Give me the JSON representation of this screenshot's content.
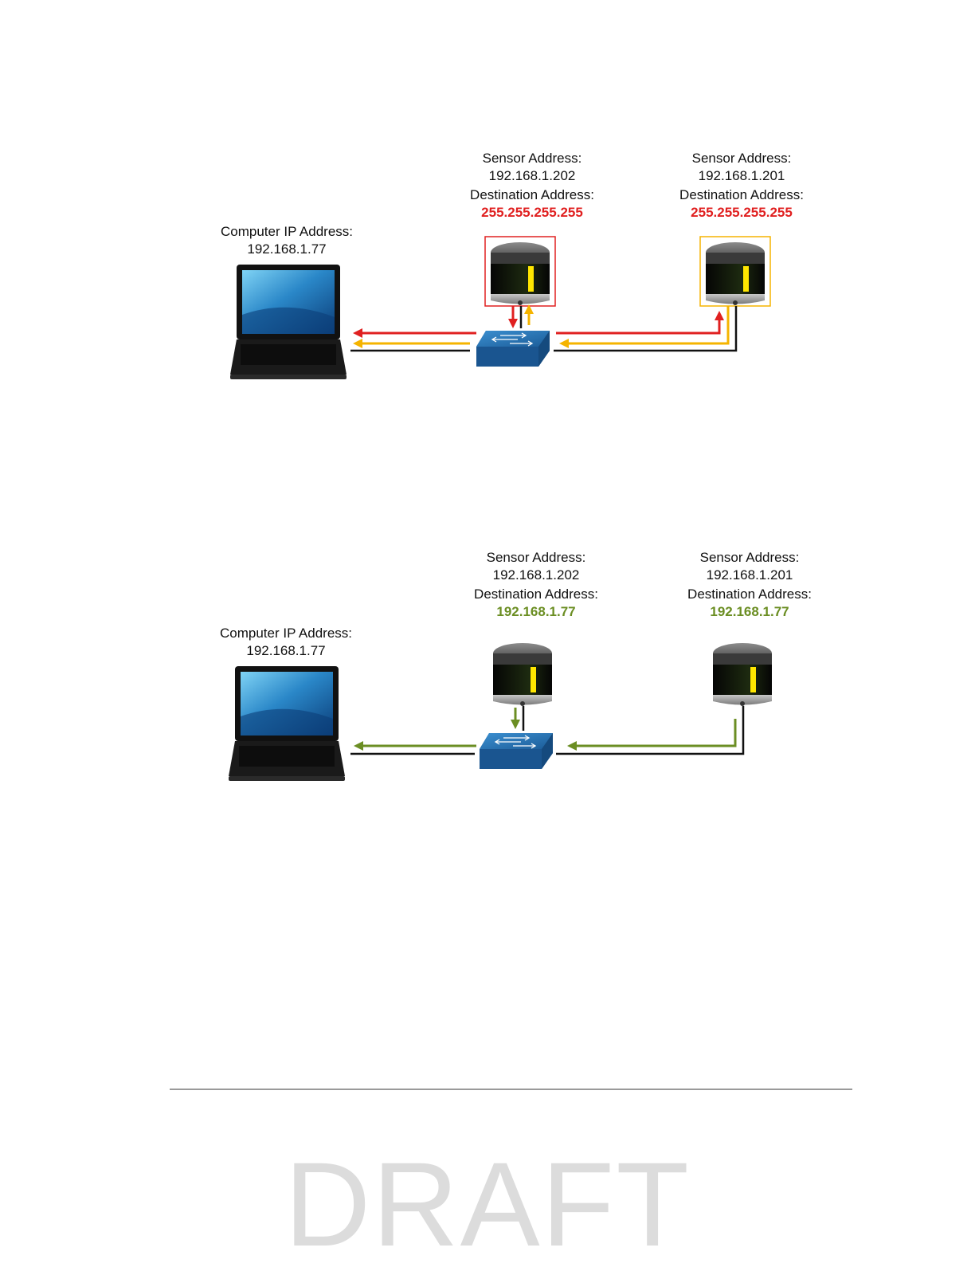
{
  "diagrams": [
    {
      "computer": {
        "label": "Computer IP Address:",
        "ip": "192.168.1.77"
      },
      "sensors": [
        {
          "label": "Sensor Address:",
          "address": "192.168.1.202",
          "dest_label": "Destination Address:",
          "dest": "255.255.255.255",
          "highlight": "#e02020"
        },
        {
          "label": "Sensor Address:",
          "address": "192.168.1.201",
          "dest_label": "Destination Address:",
          "dest": "255.255.255.255",
          "highlight": "#f5b400"
        }
      ],
      "dest_color": "#e02020"
    },
    {
      "computer": {
        "label": "Computer IP Address:",
        "ip": "192.168.1.77"
      },
      "sensors": [
        {
          "label": "Sensor Address:",
          "address": "192.168.1.202",
          "dest_label": "Destination Address:",
          "dest": "192.168.1.77"
        },
        {
          "label": "Sensor Address:",
          "address": "192.168.1.201",
          "dest_label": "Destination Address:",
          "dest": "192.168.1.77"
        }
      ],
      "dest_color": "#6b8e23"
    }
  ],
  "colors": {
    "red": "#e02020",
    "yellow": "#f5b400",
    "green": "#6b8e23",
    "cable": "#111111",
    "switch": "#1f6aa5"
  },
  "watermark": "DRAFT"
}
